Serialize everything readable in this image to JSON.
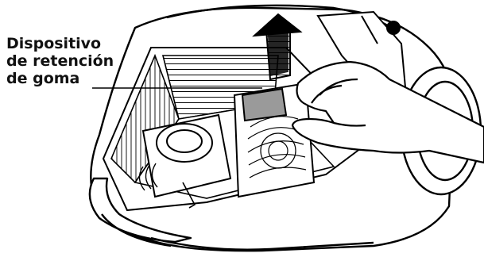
{
  "callout": {
    "lines": [
      "Dispositivo",
      "de retención",
      "de goma"
    ]
  },
  "figure": {
    "subject": "vacuum-cleaner-dust-bag-compartment",
    "stroke_color": "#000000",
    "fill_color": "#ffffff"
  },
  "icons": [
    "up-arrow-icon"
  ]
}
